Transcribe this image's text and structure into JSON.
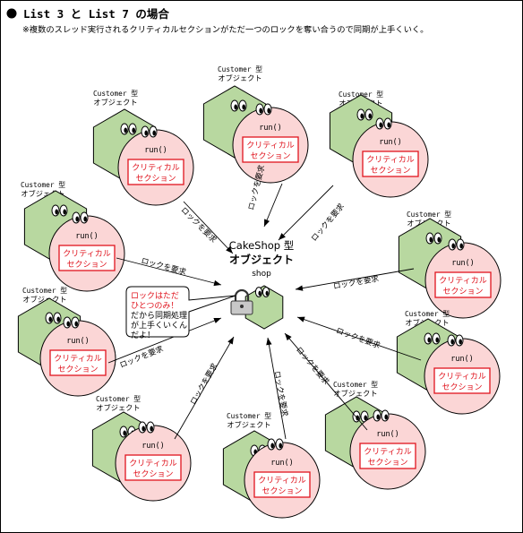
{
  "header": {
    "title_prefix": "List 3 と List 7 の場合",
    "subtitle": "※複数のスレッド実行されるクリティカルセクションがただ一つのロックを奪い合うので同期が上手くいく。"
  },
  "center": {
    "type_line": "CakeShop 型",
    "object_line": "オブジェクト",
    "instance": "shop"
  },
  "callout": {
    "line1": "ロックはただ",
    "line2": "ひとつのみ！",
    "line3": "だから同期処理",
    "line4": "が上手くいくん",
    "line5": "だよ！"
  },
  "thread": {
    "label_type": "Customer 型",
    "label_object": "オブジェクト",
    "method": "run()",
    "section_line1": "クリティカル",
    "section_line2": "セクション",
    "arrow_label": "ロックを要求"
  },
  "colors": {
    "hex_fill": "#b8d8a0",
    "circle_fill": "#fbd6d6",
    "section_border": "#e0141e",
    "section_text": "#e0141e",
    "line": "#000000"
  }
}
